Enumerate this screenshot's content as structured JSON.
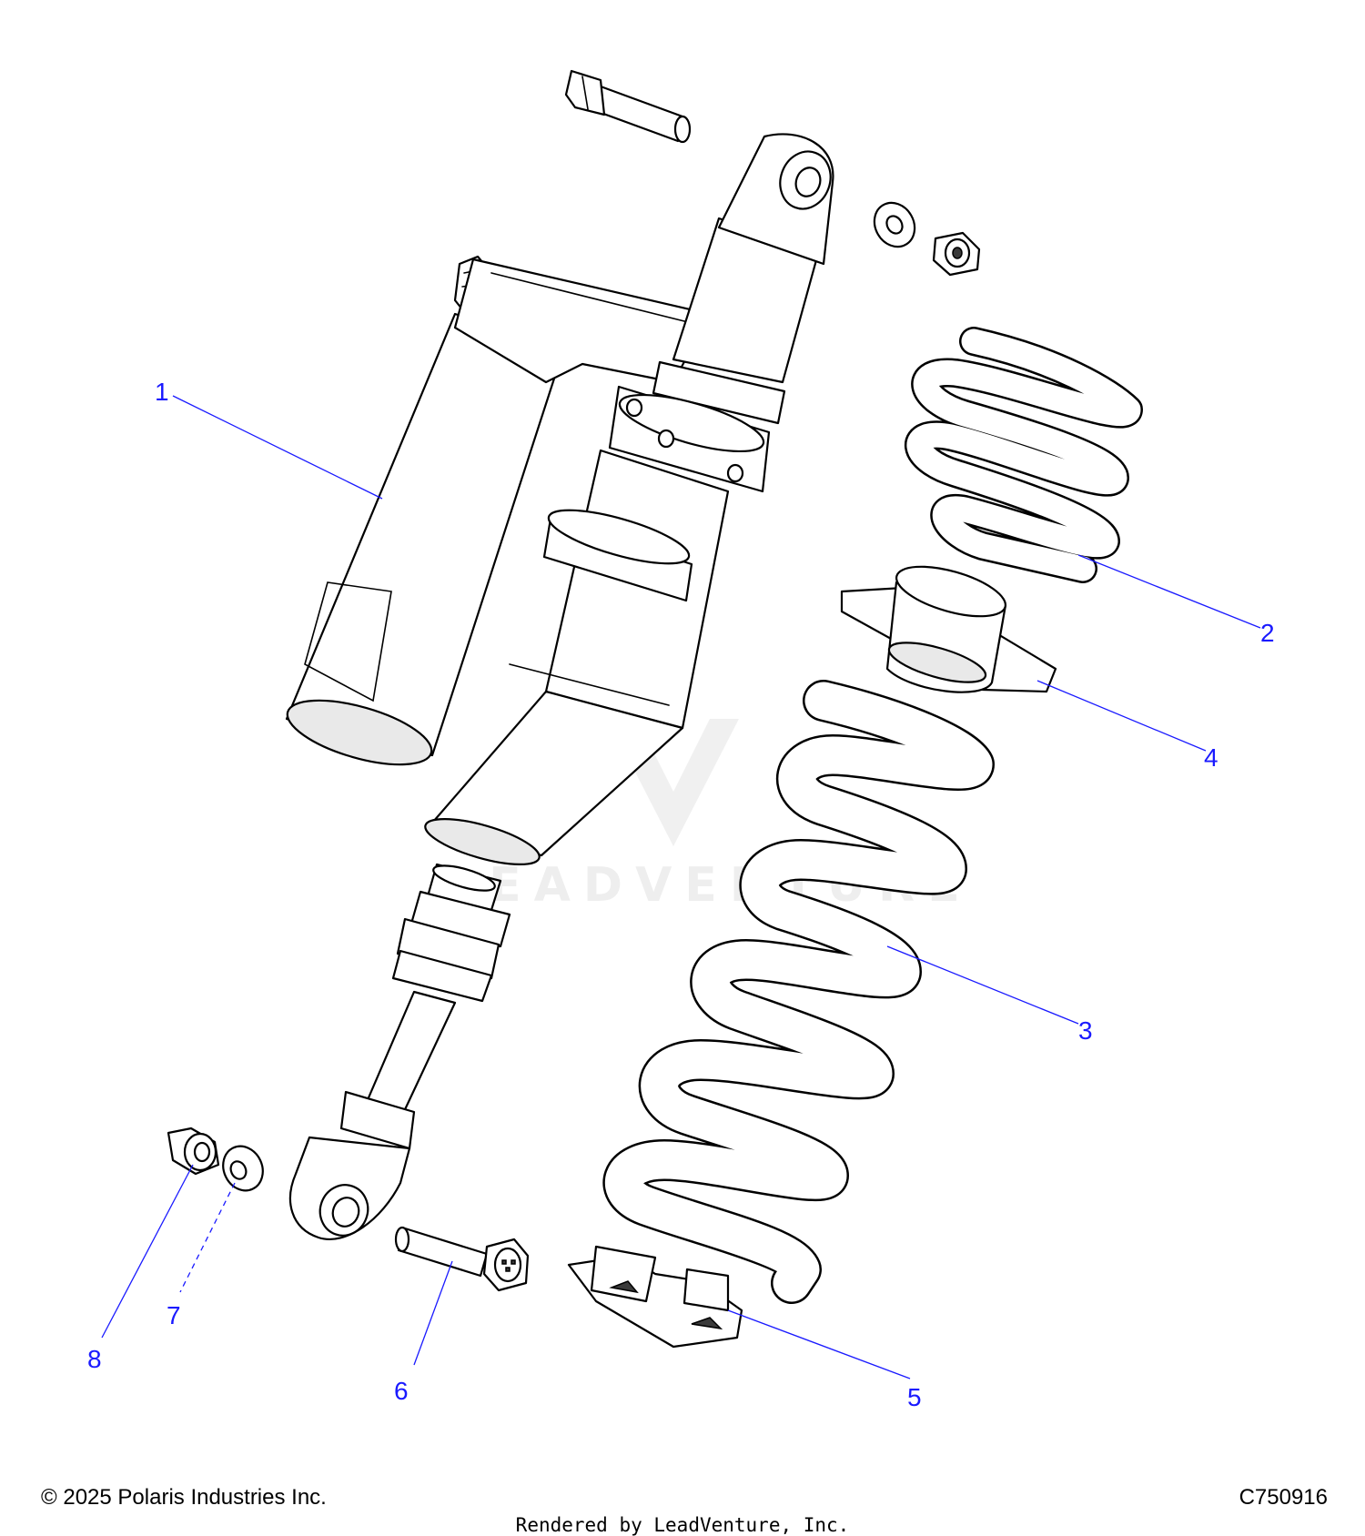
{
  "diagram": {
    "callouts": [
      {
        "id": "1",
        "label": "1"
      },
      {
        "id": "2",
        "label": "2"
      },
      {
        "id": "3",
        "label": "3"
      },
      {
        "id": "4",
        "label": "4"
      },
      {
        "id": "5",
        "label": "5"
      },
      {
        "id": "6",
        "label": "6"
      },
      {
        "id": "7",
        "label": "7"
      },
      {
        "id": "8",
        "label": "8"
      }
    ],
    "watermark": "LEADVENTURE"
  },
  "footer": {
    "copyright": "© 2025 Polaris Industries Inc.",
    "diagram_code": "C750916",
    "rendered_by": "Rendered by LeadVenture, Inc."
  }
}
